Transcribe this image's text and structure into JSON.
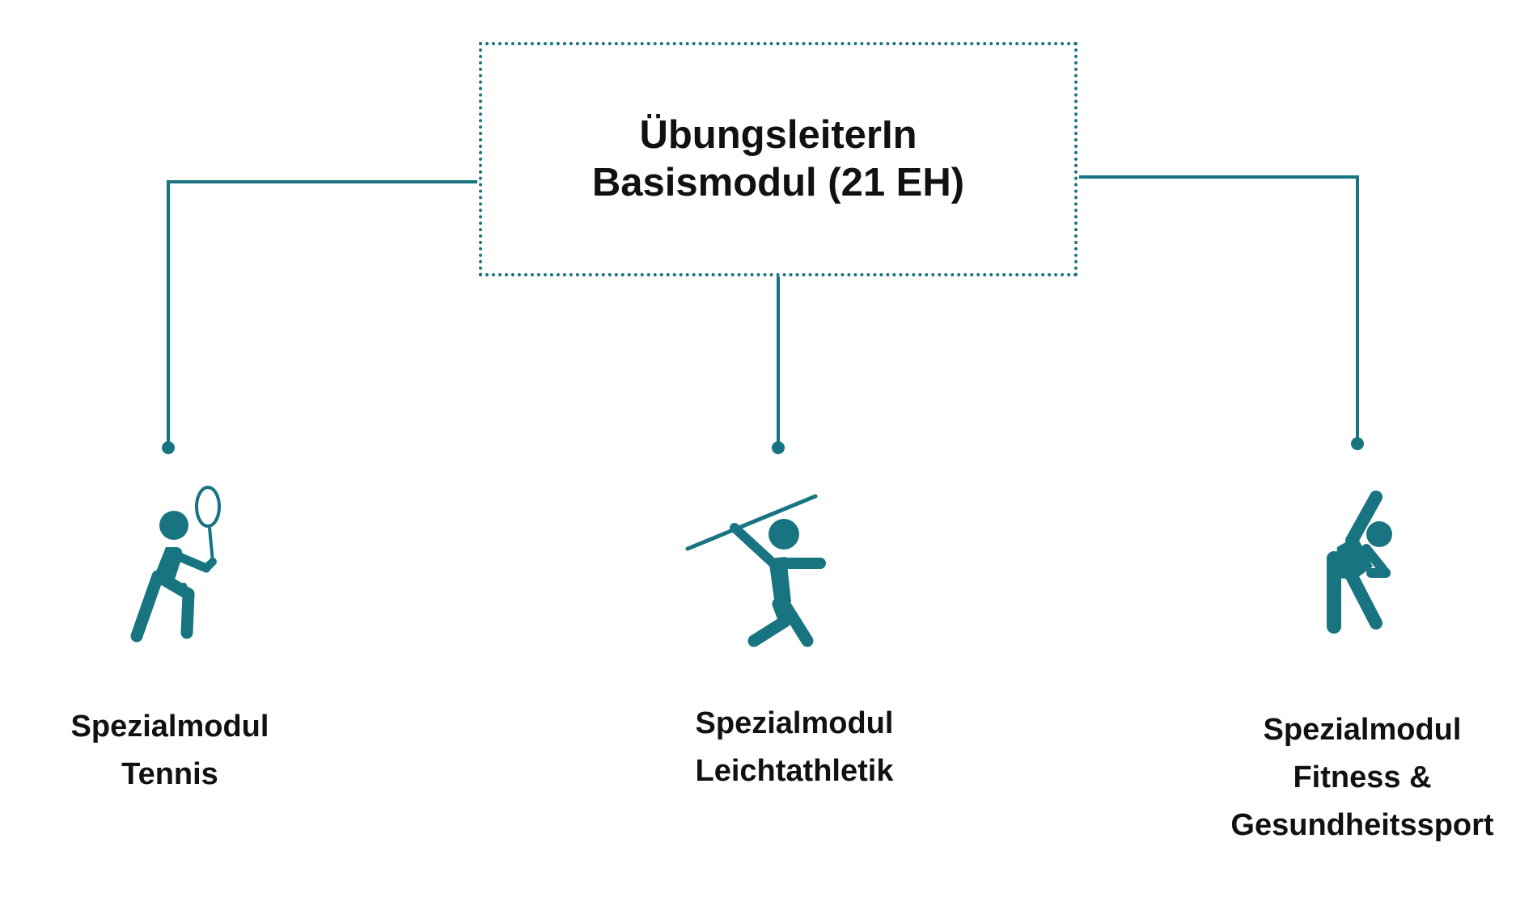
{
  "colors": {
    "accent": "#177480",
    "text": "#111111",
    "background": "#ffffff"
  },
  "root": {
    "line1": "ÜbungsleiterIn",
    "line2": "Basismodul (21 EH)"
  },
  "modules": [
    {
      "icon": "tennis-player-icon",
      "lines": [
        "Spezialmodul",
        "Tennis"
      ]
    },
    {
      "icon": "javelin-thrower-icon",
      "lines": [
        "Spezialmodul",
        "Leichtathletik"
      ]
    },
    {
      "icon": "stretching-person-icon",
      "lines": [
        "Spezialmodul",
        "Fitness &",
        "Gesundheitssport"
      ]
    }
  ]
}
